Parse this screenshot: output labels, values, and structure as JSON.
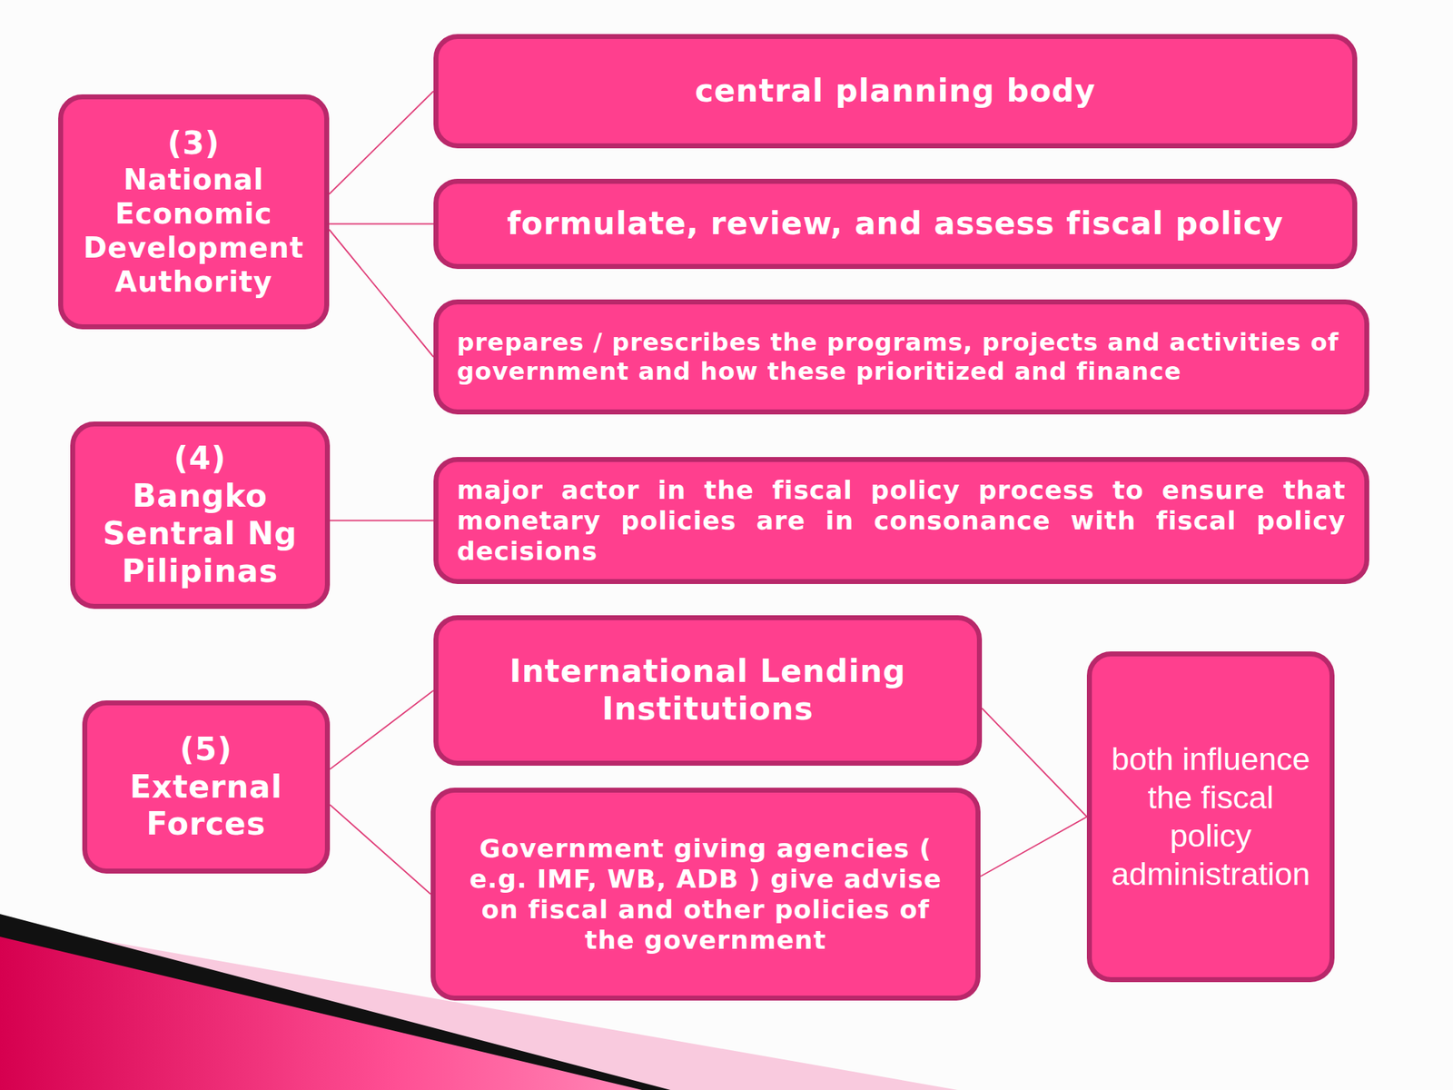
{
  "diagram": {
    "nodes": [
      {
        "text": [
          "(3)",
          "National Economic Development Authority"
        ]
      },
      {
        "text": [
          "central planning body"
        ]
      },
      {
        "text": [
          "formulate, review, and assess fiscal policy"
        ]
      },
      {
        "text": [
          "prepares / prescribes the programs, projects and activities of government and how these prioritized and finance"
        ]
      },
      {
        "text": [
          "(4)",
          "Bangko Sentral Ng Pilipinas"
        ]
      },
      {
        "text": [
          "major actor in the fiscal policy process to ensure that monetary policies are in consonance with fiscal policy decisions"
        ]
      },
      {
        "text": [
          "(5)",
          "External Forces"
        ]
      },
      {
        "text": [
          "International Lending Institutions"
        ]
      },
      {
        "text": [
          "Government giving agencies ( e.g. IMF, WB, ADB ) give advise on fiscal and other policies of the government"
        ]
      },
      {
        "text": [
          "both influence the fiscal policy administration"
        ]
      }
    ],
    "edges": [
      {
        "from": 0,
        "to": 1,
        "arrow": "none"
      },
      {
        "from": 0,
        "to": 2,
        "arrow": "none"
      },
      {
        "from": 0,
        "to": 3,
        "arrow": "none"
      },
      {
        "from": 4,
        "to": 5,
        "arrow": "none"
      },
      {
        "from": 6,
        "to": 7,
        "arrow": "none"
      },
      {
        "from": 6,
        "to": 8,
        "arrow": "none"
      },
      {
        "from": 7,
        "to": 9,
        "arrow": "none"
      },
      {
        "from": 8,
        "to": 9,
        "arrow": "none"
      }
    ]
  }
}
